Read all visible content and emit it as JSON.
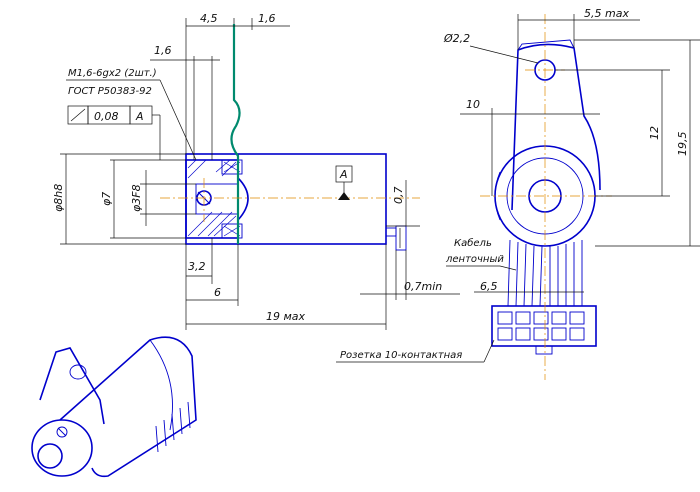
{
  "dimensions": {
    "d_4_5": "4,5",
    "d_1_6_top": "1,6",
    "d_1_6": "1,6",
    "d_0_7": "0,7",
    "d_3_2": "3,2",
    "d_6": "6",
    "d_19": "19 мах",
    "d_0_7min": "0,7min",
    "d_8h8": "φ8h8",
    "d_7": "φ7",
    "d_3f8": "φ3F8",
    "d_5_5": "5,5 max",
    "d_2_2": "Ø2,2",
    "d_10": "10",
    "d_12": "12",
    "d_19_5": "19,5",
    "d_6_5": "6,5"
  },
  "labels": {
    "thread": "М1,6-6gх2 (2шт.)",
    "gost": "ГОСТ Р50383-92",
    "cable_1": "Кабель",
    "cable_2": "ленточный",
    "socket": "Розетка 10-контактная"
  },
  "tolerance_frame": {
    "value": "0,08",
    "datum": "А"
  },
  "datum_marker": "А",
  "colors": {
    "outline": "#0000cc",
    "dimension": "#111111",
    "centerline": "#e08a00",
    "shaft": "#008a6e"
  }
}
